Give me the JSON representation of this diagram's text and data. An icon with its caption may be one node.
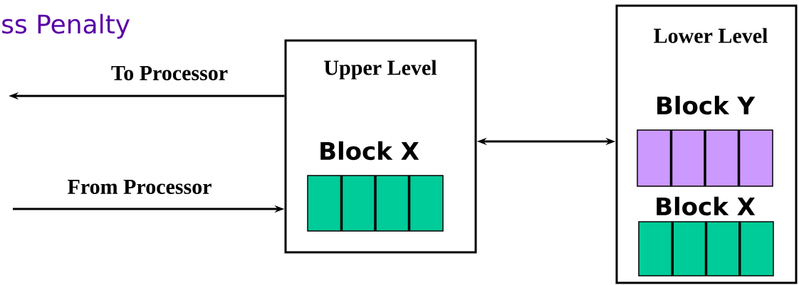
{
  "diagram": {
    "title": "ss Penalty",
    "nodes": [
      {
        "text": [
          "Upper Level"
        ]
      },
      {
        "text": [
          "Block X"
        ],
        "in": 0
      },
      {
        "text": [
          "Lower Level"
        ]
      },
      {
        "text": [
          "Block Y"
        ],
        "in": 2
      },
      {
        "text": [
          "Block X"
        ],
        "in": 2
      }
    ],
    "edges": [
      {
        "from": 0,
        "to": null,
        "arrow": "to",
        "label": "To Processor"
      },
      {
        "from": null,
        "to": 0,
        "arrow": "to",
        "label": "From Processor"
      },
      {
        "from": 0,
        "to": 2,
        "arrow": "both"
      }
    ]
  }
}
